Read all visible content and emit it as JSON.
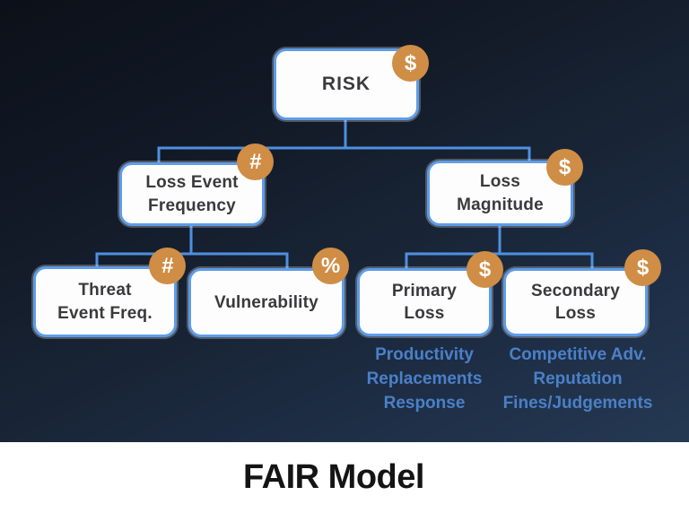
{
  "caption": {
    "title": "FAIR Model"
  },
  "colors": {
    "accent_blue": "#4e90e0",
    "box_border": "#5e9ce8",
    "badge_orange": "#cf8d46",
    "detail_blue": "#4a80c8"
  },
  "nodes": {
    "risk": {
      "label": "RISK",
      "icon": "dollar-icon",
      "glyph": "$"
    },
    "loss_event_frequency": {
      "label": "Loss Event\nFrequency",
      "icon": "hash-icon",
      "glyph": "#"
    },
    "loss_magnitude": {
      "label": "Loss\nMagnitude",
      "icon": "dollar-icon",
      "glyph": "$"
    },
    "threat_event_freq": {
      "label": "Threat\nEvent Freq.",
      "icon": "hash-icon",
      "glyph": "#"
    },
    "vulnerability": {
      "label": "Vulnerability",
      "icon": "percent-icon",
      "glyph": "%"
    },
    "primary_loss": {
      "label": "Primary\nLoss",
      "icon": "dollar-icon",
      "glyph": "$",
      "details": [
        "Productivity",
        "Replacements",
        "Response"
      ]
    },
    "secondary_loss": {
      "label": "Secondary\nLoss",
      "icon": "dollar-icon",
      "glyph": "$",
      "details": [
        "Competitive Adv.",
        "Reputation",
        "Fines/Judgements"
      ]
    }
  }
}
